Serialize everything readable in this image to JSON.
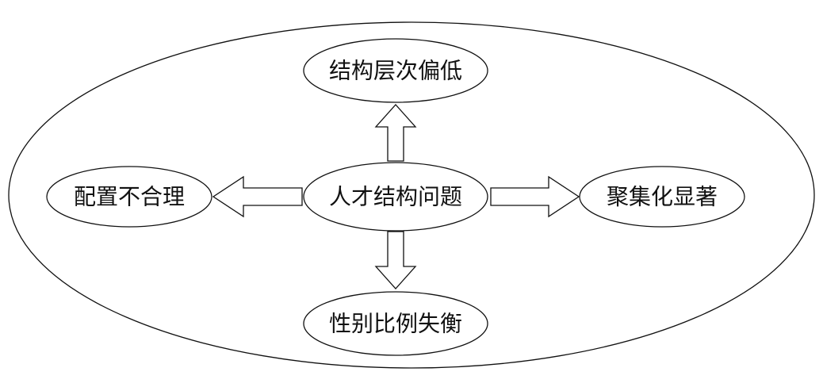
{
  "diagram": {
    "center": "人才结构问题",
    "top": "结构层次偏低",
    "left": "配置不合理",
    "right": "聚集化显著",
    "bottom": "性别比例失衡"
  },
  "colors": {
    "stroke": "#111111",
    "fill": "#ffffff",
    "text": "#111111"
  }
}
